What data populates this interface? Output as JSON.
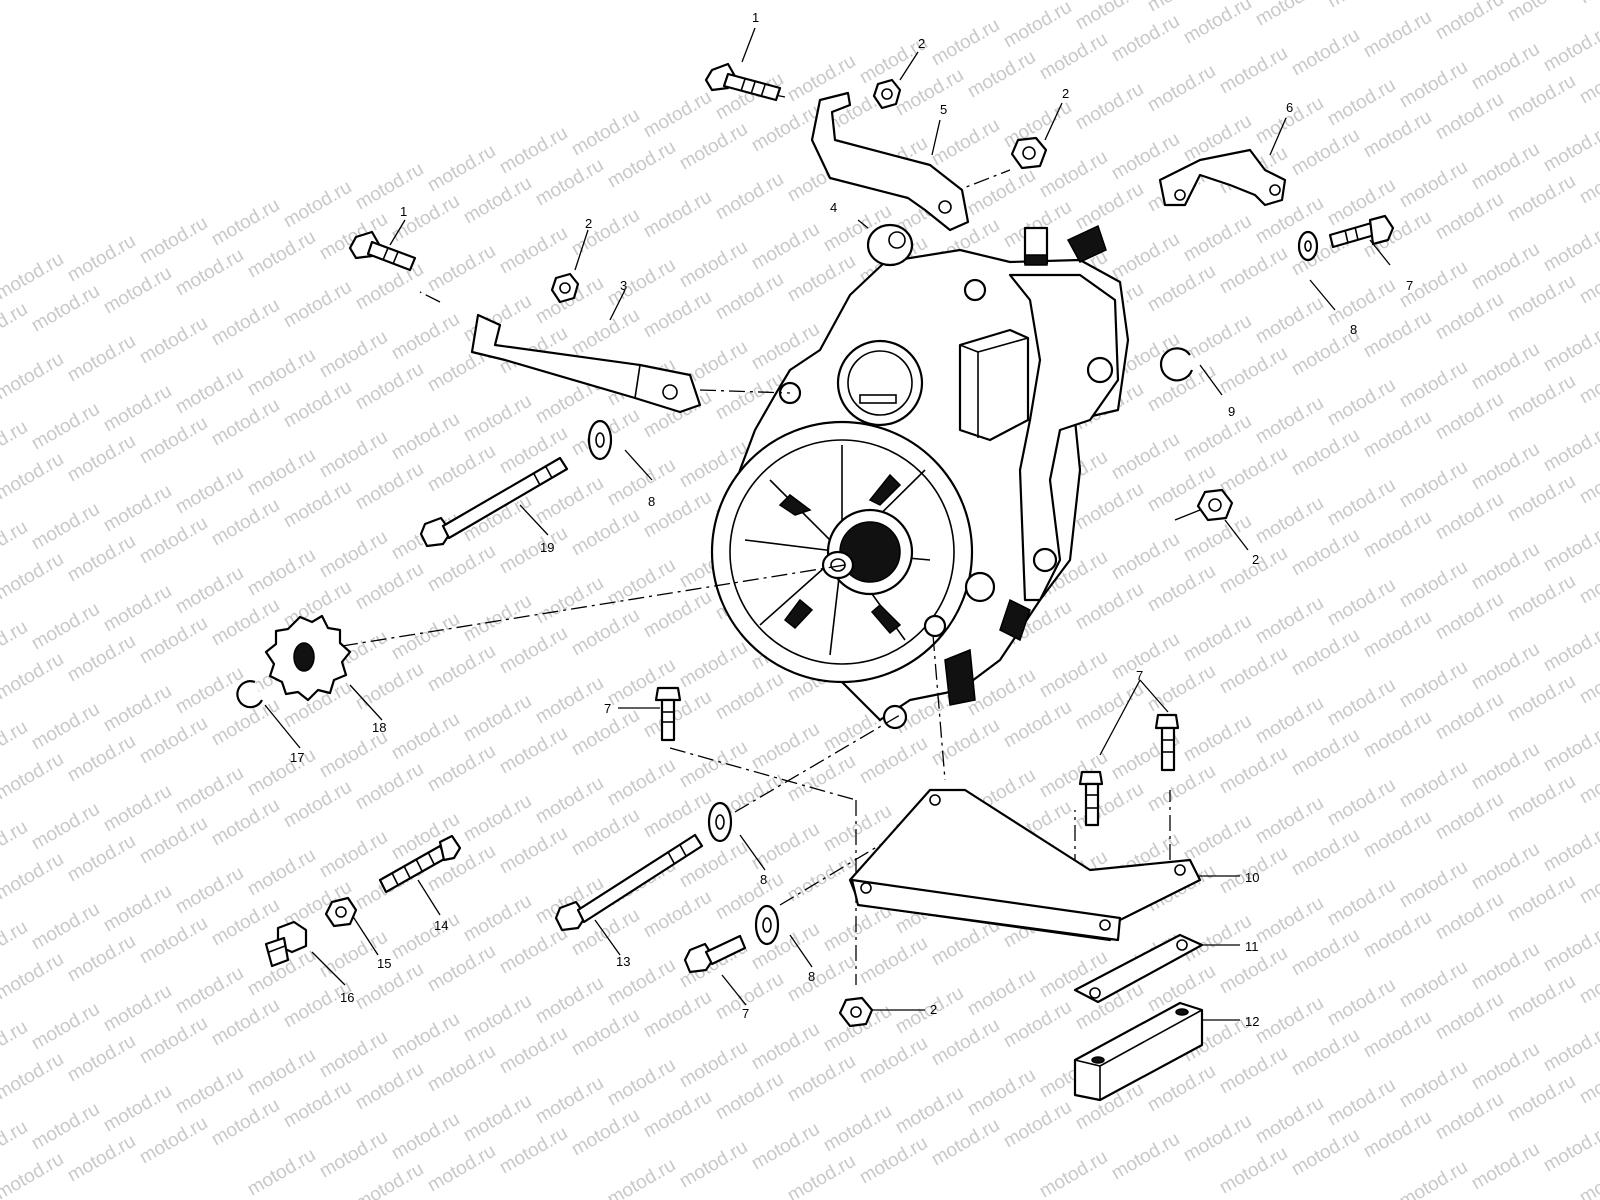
{
  "watermark": "motod.ru",
  "callouts": [
    {
      "id": "c1a",
      "label": "1"
    },
    {
      "id": "c1b",
      "label": "1"
    },
    {
      "id": "c2a",
      "label": "2"
    },
    {
      "id": "c2b",
      "label": "2"
    },
    {
      "id": "c2c",
      "label": "2"
    },
    {
      "id": "c2d",
      "label": "2"
    },
    {
      "id": "c2e",
      "label": "2"
    },
    {
      "id": "c3",
      "label": "3"
    },
    {
      "id": "c4",
      "label": "4"
    },
    {
      "id": "c5",
      "label": "5"
    },
    {
      "id": "c6",
      "label": "6"
    },
    {
      "id": "c7a",
      "label": "7"
    },
    {
      "id": "c7b",
      "label": "7"
    },
    {
      "id": "c7c",
      "label": "7"
    },
    {
      "id": "c7d",
      "label": "7"
    },
    {
      "id": "c8a",
      "label": "8"
    },
    {
      "id": "c8b",
      "label": "8"
    },
    {
      "id": "c8c",
      "label": "8"
    },
    {
      "id": "c8d",
      "label": "8"
    },
    {
      "id": "c9",
      "label": "9"
    },
    {
      "id": "c10",
      "label": "10"
    },
    {
      "id": "c11",
      "label": "11"
    },
    {
      "id": "c12",
      "label": "12"
    },
    {
      "id": "c13",
      "label": "13"
    },
    {
      "id": "c14",
      "label": "14"
    },
    {
      "id": "c15",
      "label": "15"
    },
    {
      "id": "c16",
      "label": "16"
    },
    {
      "id": "c17",
      "label": "17"
    },
    {
      "id": "c18",
      "label": "18"
    },
    {
      "id": "c19",
      "label": "19"
    }
  ]
}
